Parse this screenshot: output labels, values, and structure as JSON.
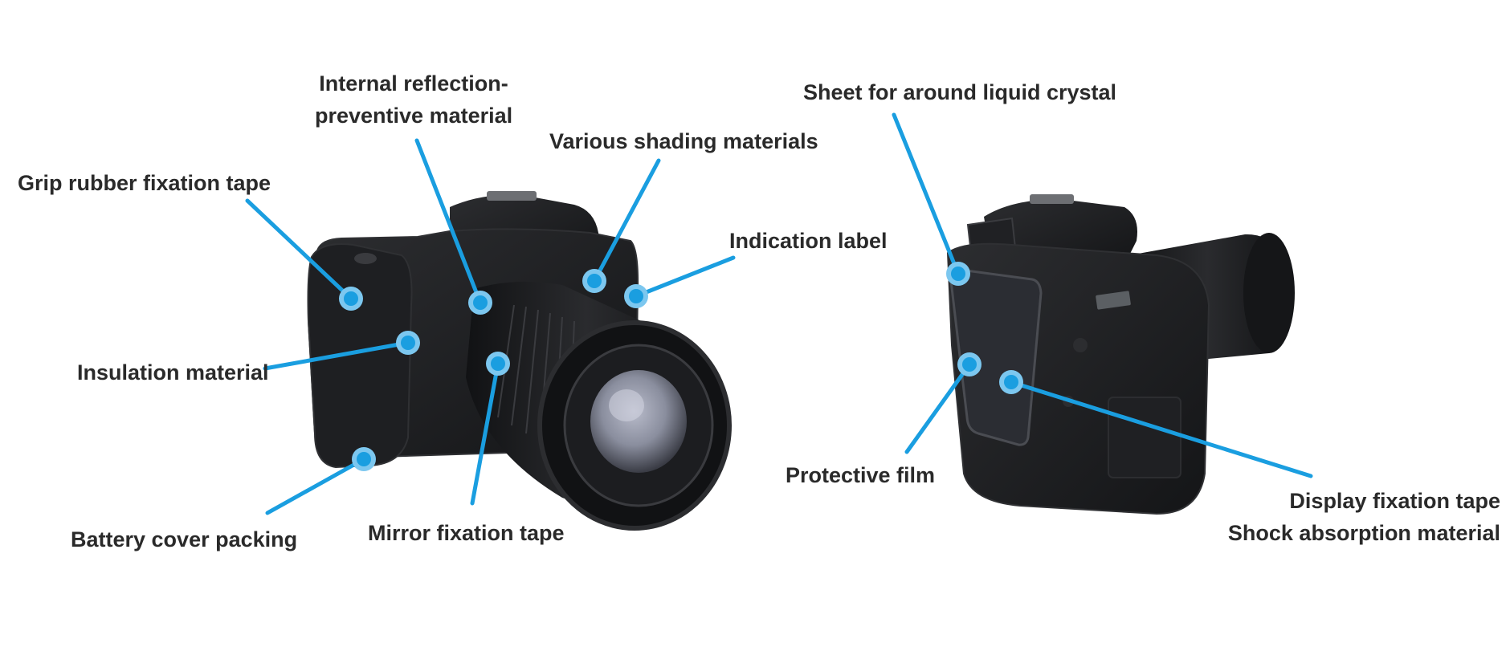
{
  "colors": {
    "callout": "#1a9ee0",
    "callout_halo": "#7cc7ef",
    "label_text": "#2a2a2a",
    "camera_body": "#1b1c1e",
    "camera_edge": "#2f3033",
    "lens_glass": "#8a8e9e",
    "lcd": "#2b2d33"
  },
  "front_camera": {
    "labels": {
      "grip_rubber": "Grip rubber fixation tape",
      "internal_reflection_1": "Internal reflection-",
      "internal_reflection_2": "preventive material",
      "shading": "Various shading materials",
      "indication": "Indication label",
      "insulation": "Insulation material",
      "battery": "Battery cover packing",
      "mirror": "Mirror fixation tape"
    }
  },
  "rear_camera": {
    "labels": {
      "sheet_lcd": "Sheet for around liquid crystal",
      "protective": "Protective film",
      "display_fix": "Display fixation tape",
      "shock": "Shock absorption material"
    }
  }
}
